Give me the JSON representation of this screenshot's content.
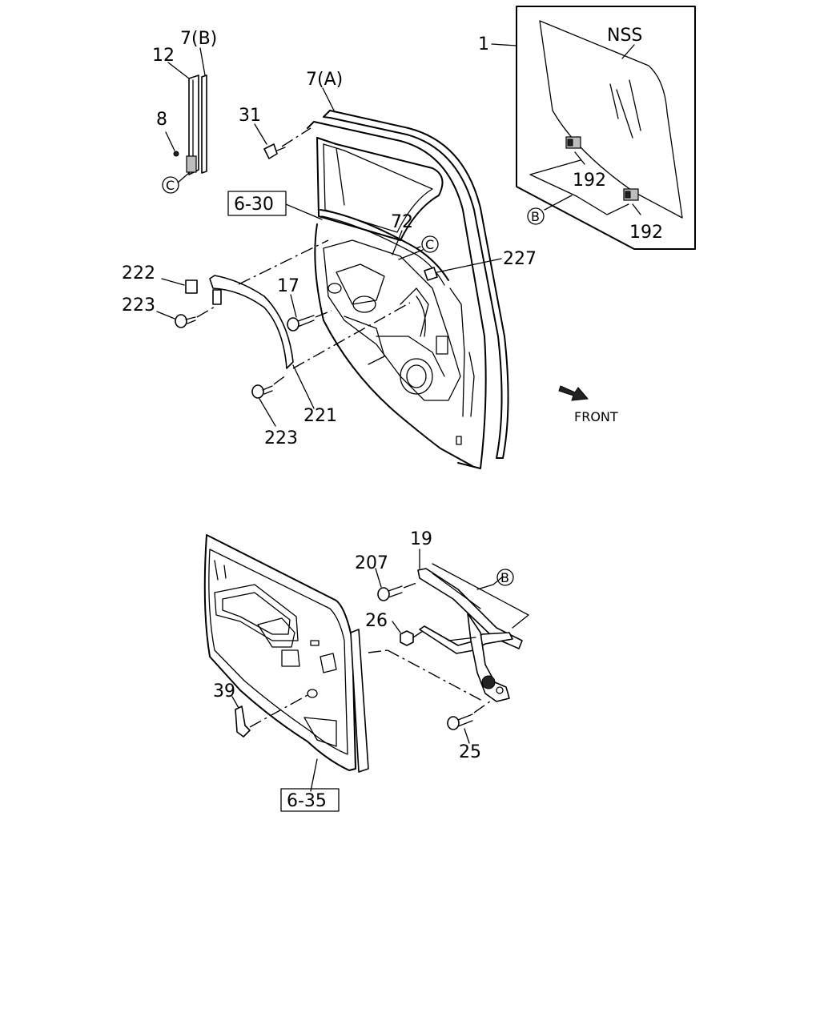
{
  "callouts": {
    "c1": "1",
    "nss": "NSS",
    "c192a": "192",
    "c192b": "192",
    "c12": "12",
    "c7b": "7(B)",
    "c8": "8",
    "c7a": "7(A)",
    "c31": "31",
    "c6_30": "6-30",
    "c72": "72",
    "c227": "227",
    "c222": "222",
    "c223a": "223",
    "c17": "17",
    "c221": "221",
    "c223b": "223",
    "front": "FRONT",
    "c19": "19",
    "c207": "207",
    "c26": "26",
    "c39": "39",
    "c25": "25",
    "c6_35": "6-35"
  },
  "markers": {
    "b_glass": "B",
    "b_regulator": "B",
    "c_runchannel": "C",
    "c_door": "C"
  },
  "icons": {
    "front_arrow": "front-direction-arrow-icon"
  }
}
